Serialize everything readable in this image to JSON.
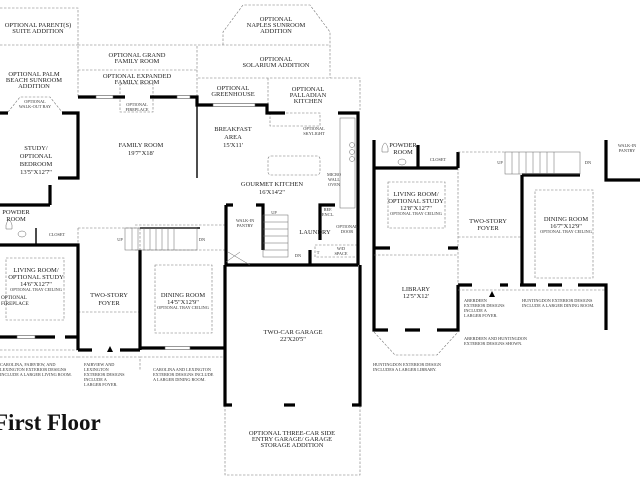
{
  "title": "First Floor",
  "main_plan": {
    "parent_suite": [
      "OPTIONAL PARENT(S)",
      "SUITE ADDITION"
    ],
    "palm_beach": [
      "OPTIONAL PALM",
      "BEACH SUNROOM",
      "ADDITION"
    ],
    "walkout_bay": [
      "OPTIONAL",
      "WALK-OUT BAY"
    ],
    "grand_family": [
      "OPTIONAL GRAND",
      "FAMILY ROOM"
    ],
    "expanded_family": [
      "OPTIONAL EXPANDED",
      "FAMILY ROOM"
    ],
    "fireplace": [
      "OPTIONAL",
      "FIREPLACE"
    ],
    "naples": [
      "OPTIONAL",
      "NAPLES SUNROOM",
      "ADDITION"
    ],
    "solarium": [
      "OPTIONAL",
      "SOLARIUM ADDITION"
    ],
    "greenhouse": [
      "OPTIONAL",
      "GREENHOUSE"
    ],
    "palladian": [
      "OPTIONAL",
      "PALLADIAN",
      "KITCHEN"
    ],
    "skylight": [
      "OPTIONAL",
      "SKYLIGHT"
    ],
    "study": [
      "STUDY/",
      "OPTIONAL",
      "BEDROOM",
      "13'5\"X12'7\""
    ],
    "family_room": [
      "FAMILY ROOM",
      "19'7\"X18'"
    ],
    "breakfast": [
      "BREAKFAST",
      "AREA",
      "15'X11'"
    ],
    "kitchen": [
      "GOURMET KITCHEN",
      "16'X14'2\""
    ],
    "micro_wall_oven": [
      "MICRO",
      "WALL",
      "OVEN"
    ],
    "ref_encl": [
      "REF.",
      "ENCL."
    ],
    "walk_in_pantry": [
      "WALK-IN",
      "PANTRY"
    ],
    "laundry": "LAUNDRY",
    "optional_door": [
      "OPTIONAL",
      "DOOR"
    ],
    "wd_space": [
      "W/D",
      "SPACE"
    ],
    "tub": "T",
    "powder_room": [
      "POWDER",
      "ROOM"
    ],
    "closet": "CLOSET",
    "living_room": [
      "LIVING ROOM/",
      "OPTIONAL STUDY",
      "14'6\"X12'7\"",
      "OPTIONAL TRAY CEILING"
    ],
    "living_fireplace": [
      "OPTIONAL",
      "FIREPLACE"
    ],
    "foyer": [
      "TWO-STORY",
      "FOYER"
    ],
    "dining_room": [
      "DINING ROOM",
      "14'5\"X12'9\"",
      "OPTIONAL TRAY CEILING"
    ],
    "garage": [
      "TWO-CAR GARAGE",
      "22'X20'5\""
    ],
    "three_car": [
      "OPTIONAL THREE-CAR SIDE",
      "ENTRY GARAGE/ GARAGE",
      "STORAGE ADDITION"
    ],
    "up": "UP",
    "dn": "DN",
    "note_living": [
      "CAROLINA, FAIRVIEW, AND",
      "LEXINGTON EXTERIOR DESIGNS",
      "INCLUDE A LARGER LIVING ROOM."
    ],
    "note_foyer": [
      "FAIRVIEW AND",
      "LEXINGTON",
      "EXTERIOR DESIGNS",
      "INCLUDE A",
      "LARGER FOYER."
    ],
    "note_dining": [
      "CAROLINA AND LEXINGTON",
      "EXTERIOR DESIGNS INCLUDE",
      "A LARGER DINING ROOM."
    ]
  },
  "alt_plan": {
    "powder_room": [
      "POWDER",
      "ROOM"
    ],
    "closet": "CLOSET",
    "living_room": [
      "LIVING ROOM/",
      "OPTIONAL STUDY",
      "12'8\"X12'7\"",
      "OPTIONAL TRAY CEILING"
    ],
    "library": [
      "LIBRARY",
      "12'5\"X12'"
    ],
    "foyer": [
      "TWO-STORY",
      "FOYER"
    ],
    "dining_room": [
      "DINING ROOM",
      "16'7\"X12'9\"",
      "OPTIONAL TRAY CEILING"
    ],
    "walk_in_pantry": [
      "WALK-IN",
      "PANTRY"
    ],
    "up": "UP",
    "dn": "DN",
    "note_aberdeen": [
      "ABERDEEN",
      "EXTERIOR DESIGNS",
      "INCLUDE A",
      "LARGER FOYER."
    ],
    "note_huntingdon_dining": [
      "HUNTINGDON EXTERIOR DESIGNS",
      "INCLUDE A LARGER DINING ROOM."
    ],
    "note_shown": [
      "ABERDEEN AND HUNTINGDON",
      "EXTERIOR DESIGNS SHOWN."
    ],
    "note_library": [
      "HUNTINGDON EXTERIOR DESIGN",
      "INCLUDES A LARGER LIBRARY."
    ]
  }
}
